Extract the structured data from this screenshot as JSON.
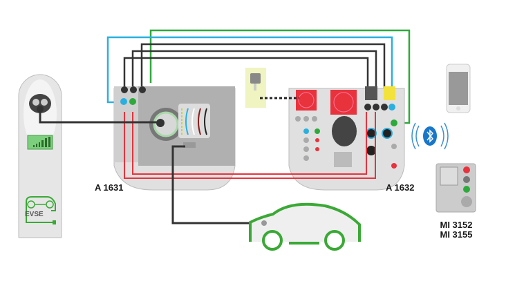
{
  "devices": {
    "evse": {
      "label": "EVSE"
    },
    "adapter_left": {
      "label": "A 1631"
    },
    "adapter_right": {
      "label": "A 1632"
    },
    "instrument": {
      "label_line1": "MI 3152",
      "label_line2": "MI 3155"
    }
  },
  "icons": [
    "ev-charger-icon",
    "signal-bars-icon",
    "car-icon",
    "power-socket-icon",
    "smartphone-icon",
    "bluetooth-icon",
    "instrument-icon"
  ],
  "colors": {
    "wire_black": "#333333",
    "wire_blue": "#29b0df",
    "wire_green": "#2eaa3c",
    "wire_red": "#e8323c",
    "car_green": "#3aa935",
    "bluetooth_blue": "#1877c9",
    "device_grey": "#d9d9d9"
  }
}
